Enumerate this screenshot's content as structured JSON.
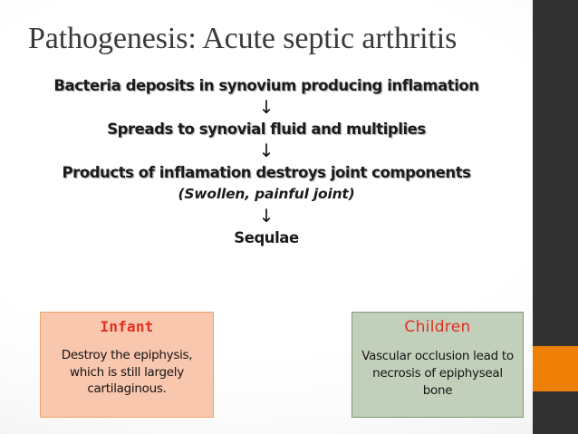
{
  "slide": {
    "title": "Pathogenesis: Acute septic arthritis",
    "flow": [
      {
        "kind": "step",
        "text": "Bacteria deposits in synovium producing inflamation"
      },
      {
        "kind": "arrow",
        "text": "↓"
      },
      {
        "kind": "step",
        "text": "Spreads to synovial fluid and multiplies"
      },
      {
        "kind": "arrow",
        "text": "↓"
      },
      {
        "kind": "step",
        "text": "Products of inflamation destroys joint components"
      },
      {
        "kind": "sub",
        "text": "(Swollen, painful joint)"
      },
      {
        "kind": "arrow",
        "text": "↓"
      },
      {
        "kind": "seq",
        "text": "Sequlae"
      }
    ],
    "outcomes": [
      {
        "id": "infant",
        "title": "Infant",
        "body": "Destroy the epiphysis, which is still largely cartilaginous.",
        "fill": "#f9c6ae",
        "border": "#e8a765",
        "title_color": "#e03020"
      },
      {
        "id": "children",
        "title": "Children",
        "body": "Vascular occlusion lead to necrosis of epiphyseal bone",
        "fill": "#c2d0bb",
        "border": "#7b9a72",
        "title_color": "#e03020"
      }
    ],
    "decor": {
      "bar_color": "#323232",
      "accent_color": "#ee8005"
    }
  }
}
